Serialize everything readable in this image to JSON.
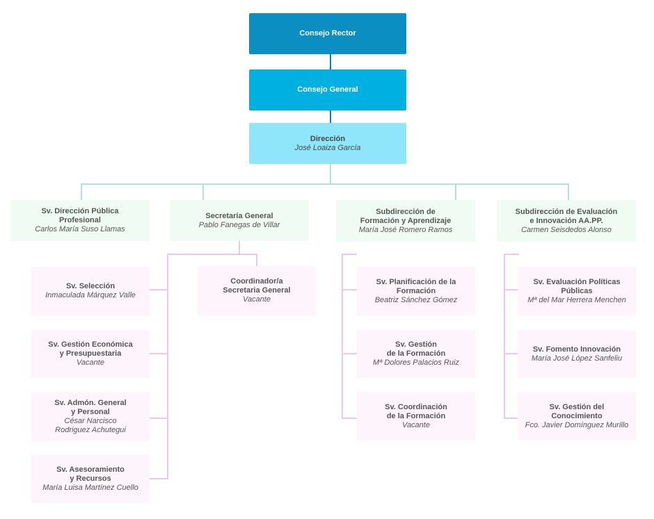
{
  "top": {
    "consejo_rector": "Consejo Rector",
    "consejo_general": "Consejo General",
    "direccion": {
      "title": "Dirección",
      "person": "José Loaiza García"
    }
  },
  "branches": [
    {
      "title": "Sv. Dirección Pública\nProfesional",
      "person": "Carlos María Suso Llamas"
    },
    {
      "title": "Secretaría General",
      "person": "Pablo Fanegas de Villar",
      "children": [
        {
          "title": "Sv. Selección",
          "person": "Inmaculada Márquez Valle"
        },
        {
          "title": "Sv. Gestión Económica\ny Presupuestaria",
          "person": "Vacante"
        },
        {
          "title": "Sv. Admón. General\ny Personal",
          "person": "César Narcisco\nRodriguez Achutegui"
        },
        {
          "title": "Sv. Asesoramiento\ny Recursos",
          "person": "María Luisa Martínez Cuello"
        }
      ],
      "side": {
        "title": "Coordinador/a\nSecretaria General",
        "person": "Vacante"
      }
    },
    {
      "title": "Subdirección de\nFormación y Aprendizaje",
      "person": "María José Romero Ramos",
      "children": [
        {
          "title": "Sv. Planificación de la\nFormación",
          "person": "Beatriz Sánchez Gómez"
        },
        {
          "title": "Sv. Gestión\nde la Formación",
          "person": "Mª Dolores Palacios Ruiz"
        },
        {
          "title": "Sv. Coordinación\nde la Formación",
          "person": "Vacante"
        }
      ]
    },
    {
      "title": "Subdirección de Evaluación\ne Innovación AA.PP.",
      "person": "Carmen Seisdedos Alonso",
      "children": [
        {
          "title": "Sv. Evaluación Políticas\nPúblicas",
          "person": "Mª del Mar Herrera Menchen"
        },
        {
          "title": "Sv. Fomento Innovación",
          "person": "María José López Sanfeliu"
        },
        {
          "title": "Sv. Gestión del\nConocimiento",
          "person": "Fco. Javier Domínguez Murillo"
        }
      ]
    }
  ],
  "colors": {
    "rector": "#0b8ec2",
    "general": "#00b0e0",
    "direccion": "#8fe6fa",
    "branch_bg": "#f0fbf4",
    "child_bg": "#fdf5fb",
    "branch_line": "#b3e0cf",
    "child_line": "#f0c6e6"
  }
}
